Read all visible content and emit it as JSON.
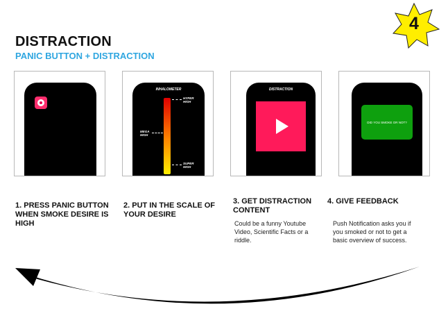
{
  "header": {
    "title": "DISTRACTION",
    "subtitle": "PANIC BUTTON + DISTRACTION",
    "badge_number": "4"
  },
  "colors": {
    "accent": "#2fa6e0",
    "star": "#ffee00",
    "panic": "#ff2e6e",
    "video": "#ff1a5a",
    "feedback": "#0ea00e"
  },
  "screens": {
    "scale": {
      "title": "INHALOMETER",
      "top_label": "HYPER HIGH",
      "mid_label": "MEGA HIGH",
      "bottom_label": "SUPER HIGH"
    },
    "content": {
      "title": "DISTRACTION",
      "icon": "play-icon"
    },
    "feedback": {
      "prompt": "DID YOU SMOKE OR NOT?"
    },
    "panic": {
      "icon": "panic-button-icon"
    }
  },
  "steps": [
    {
      "title": "1. PRESS PANIC BUTTON WHEN SMOKE DESIRE IS HIGH",
      "description": ""
    },
    {
      "title": "2. PUT IN THE SCALE OF YOUR DESIRE",
      "description": ""
    },
    {
      "title": "3. GET DISTRACTION CONTENT",
      "description": "Could be a funny Youtube Video, Scientific Facts or a riddle."
    },
    {
      "title": "4. GIVE FEEDBACK",
      "description": "Push Notification asks you if you smoked or not to get a basic overview of success."
    }
  ]
}
